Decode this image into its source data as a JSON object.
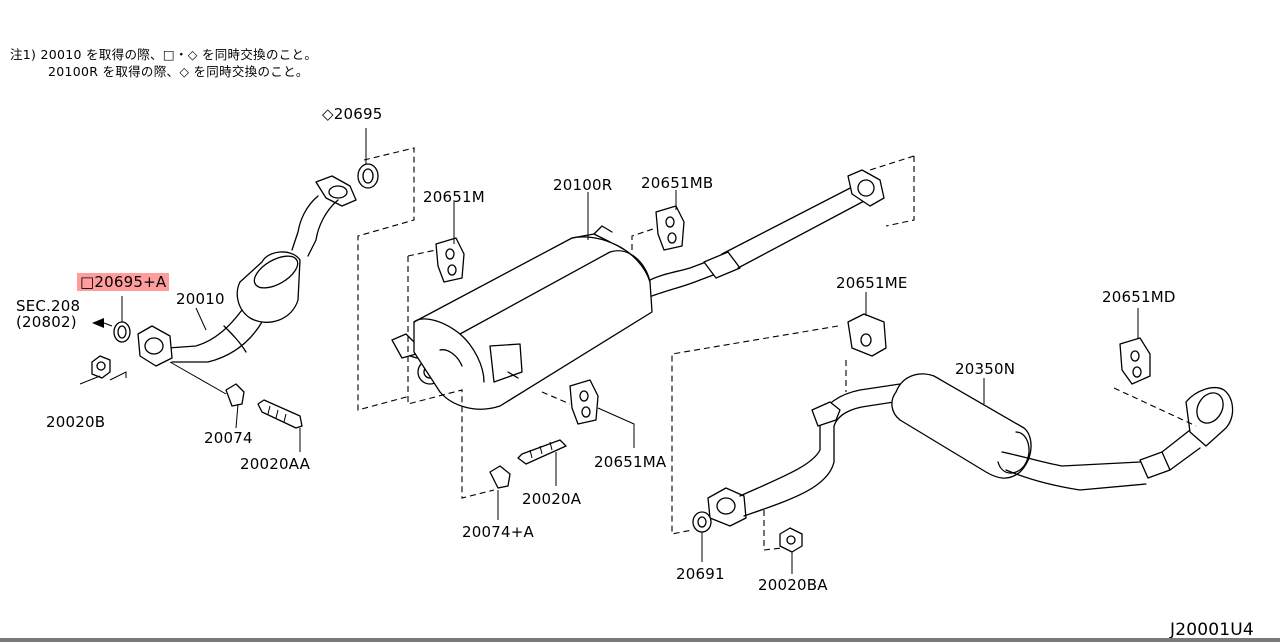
{
  "notes": {
    "line1": "注1) 20010 を取得の際、□・◇ を同時交換のこと。",
    "line2": "20100R を取得の際、◇ を同時交換のこと。"
  },
  "labels": {
    "p20695": "◇20695",
    "p20695a": "□20695+A",
    "sec_line1": "SEC.208",
    "sec_line2": "(20802)",
    "p20010": "20010",
    "p20020b": "20020B",
    "p20074": "20074",
    "p20020aa": "20020AA",
    "p20651m": "20651M",
    "p20100r": "20100R",
    "p20651mb": "20651MB",
    "p20651ma": "20651MA",
    "p20020a": "20020A",
    "p20074a": "20074+A",
    "p20651me": "20651ME",
    "p20350n": "20350N",
    "p20651md": "20651MD",
    "p20691": "20691",
    "p20020ba": "20020BA",
    "diagram_code": "J20001U4"
  },
  "colors": {
    "highlight": "#ff9c9c",
    "line": "#000000",
    "background": "#ffffff"
  }
}
